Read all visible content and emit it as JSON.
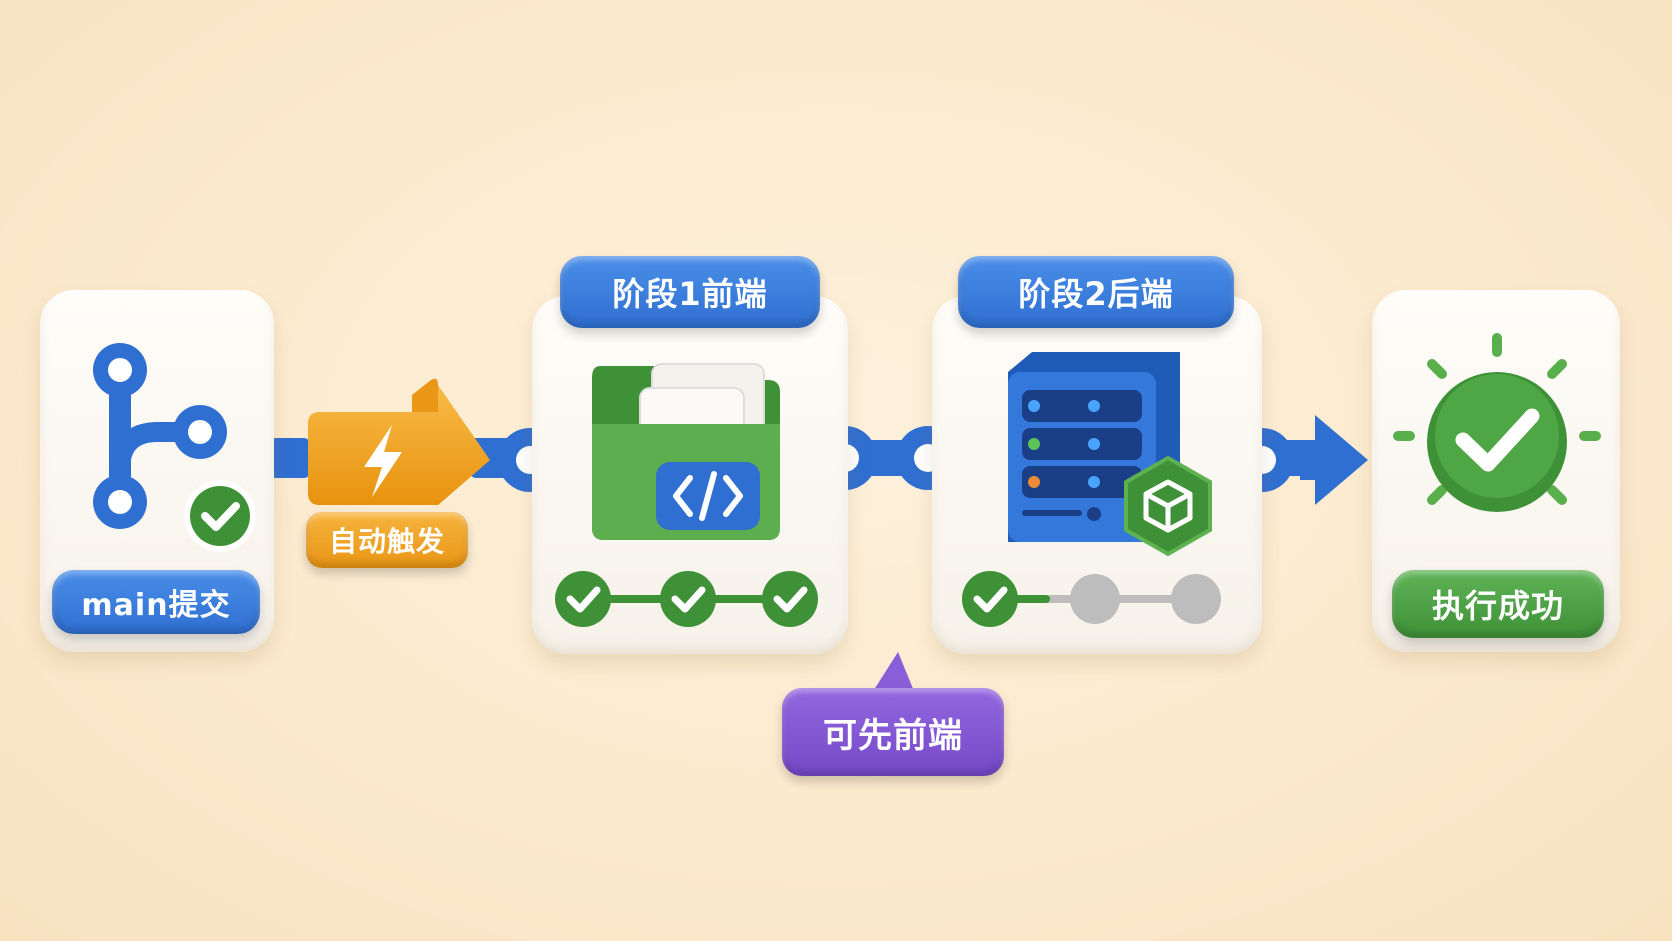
{
  "nodes": {
    "commit": {
      "label": "main提交"
    },
    "trigger": {
      "label": "自动触发"
    },
    "stage1": {
      "label": "阶段1前端",
      "steps_done": 3,
      "steps_total": 3
    },
    "stage2": {
      "label": "阶段2后端",
      "steps_done": 1,
      "steps_total": 3
    },
    "note": {
      "label": "可先前端"
    },
    "success": {
      "label": "执行成功"
    }
  },
  "colors": {
    "blue": "#2f6fd1",
    "green": "#3f9138",
    "orange": "#ea9616",
    "purple": "#7548c7",
    "gray": "#bdbdbd"
  },
  "icons": {
    "commit": "git-branch-icon",
    "trigger": "lightning-icon",
    "stage1": "code-folder-icon",
    "stage2": "server-icon",
    "success": "success-badge-icon"
  }
}
